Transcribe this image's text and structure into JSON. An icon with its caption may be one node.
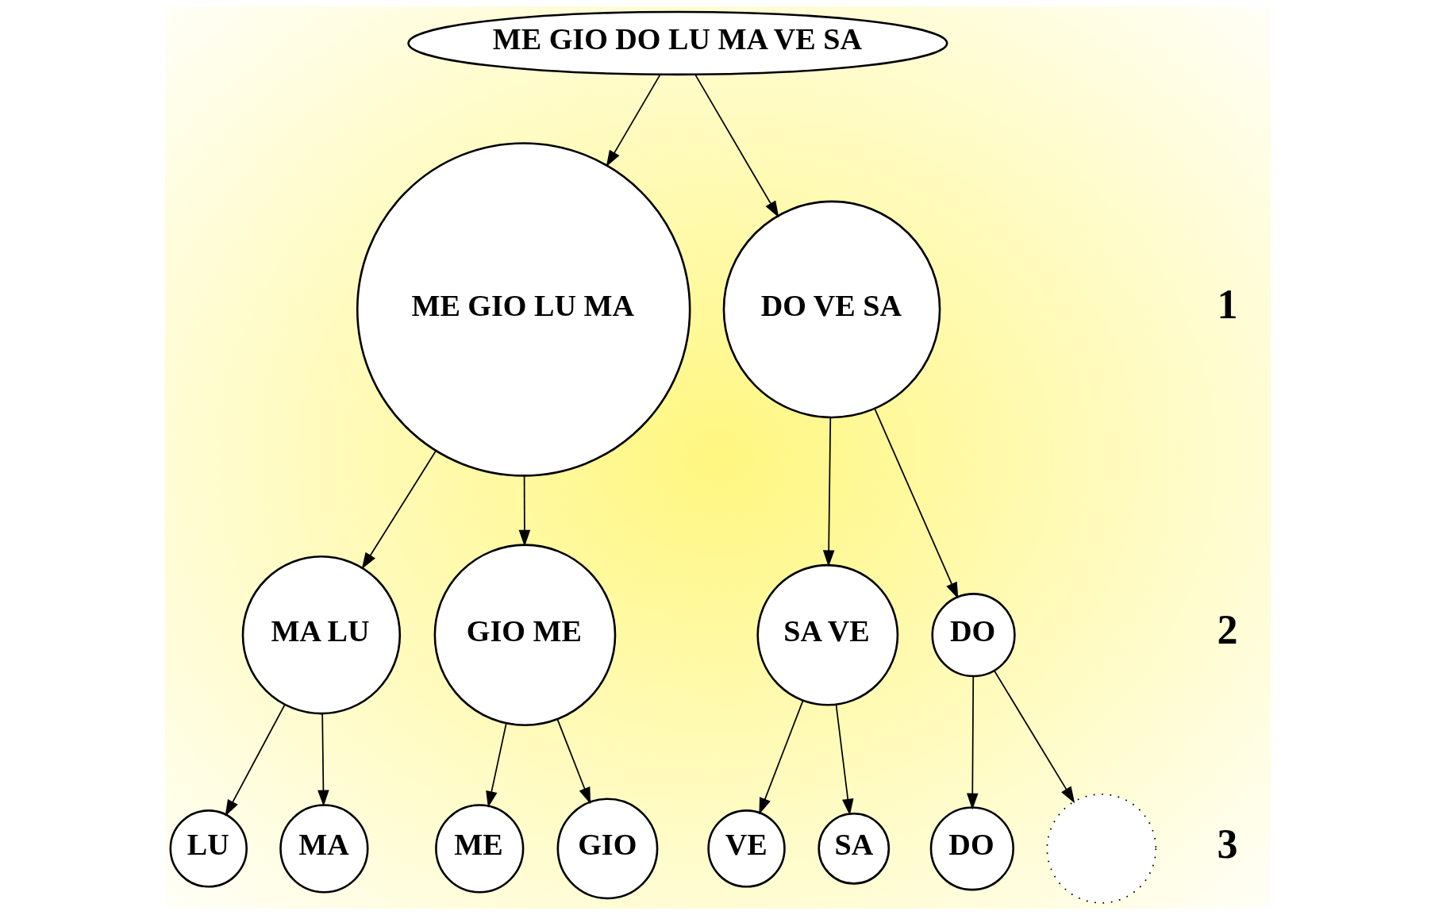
{
  "diagram": {
    "nodes": [
      {
        "text": [
          "ME GIO DO LU MA VE SA"
        ]
      },
      {
        "text": [
          "ME GIO LU MA"
        ]
      },
      {
        "text": [
          "DO VE SA"
        ]
      },
      {
        "text": [
          "MA LU"
        ]
      },
      {
        "text": [
          "GIO ME"
        ]
      },
      {
        "text": [
          "SA VE"
        ]
      },
      {
        "text": [
          "DO"
        ]
      },
      {
        "text": [
          "LU"
        ]
      },
      {
        "text": [
          "MA"
        ]
      },
      {
        "text": [
          "ME"
        ]
      },
      {
        "text": [
          "GIO"
        ]
      },
      {
        "text": [
          "VE"
        ]
      },
      {
        "text": [
          "SA"
        ]
      },
      {
        "text": [
          "DO"
        ]
      },
      {
        "text": [],
        "shape": "circle"
      }
    ],
    "edges": [
      {
        "from": 0,
        "to": 1,
        "arrow": "to"
      },
      {
        "from": 0,
        "to": 2,
        "arrow": "to"
      },
      {
        "from": 1,
        "to": 3,
        "arrow": "to"
      },
      {
        "from": 1,
        "to": 4,
        "arrow": "to"
      },
      {
        "from": 2,
        "to": 5,
        "arrow": "to"
      },
      {
        "from": 2,
        "to": 6,
        "arrow": "to"
      },
      {
        "from": 3,
        "to": 7,
        "arrow": "to"
      },
      {
        "from": 3,
        "to": 8,
        "arrow": "to"
      },
      {
        "from": 4,
        "to": 9,
        "arrow": "to"
      },
      {
        "from": 4,
        "to": 10,
        "arrow": "to"
      },
      {
        "from": 5,
        "to": 11,
        "arrow": "to"
      },
      {
        "from": 5,
        "to": 12,
        "arrow": "to"
      },
      {
        "from": 6,
        "to": 13,
        "arrow": "to"
      },
      {
        "from": 6,
        "to": 14,
        "arrow": "to"
      }
    ],
    "labels": [
      "1",
      "2",
      "3"
    ]
  }
}
